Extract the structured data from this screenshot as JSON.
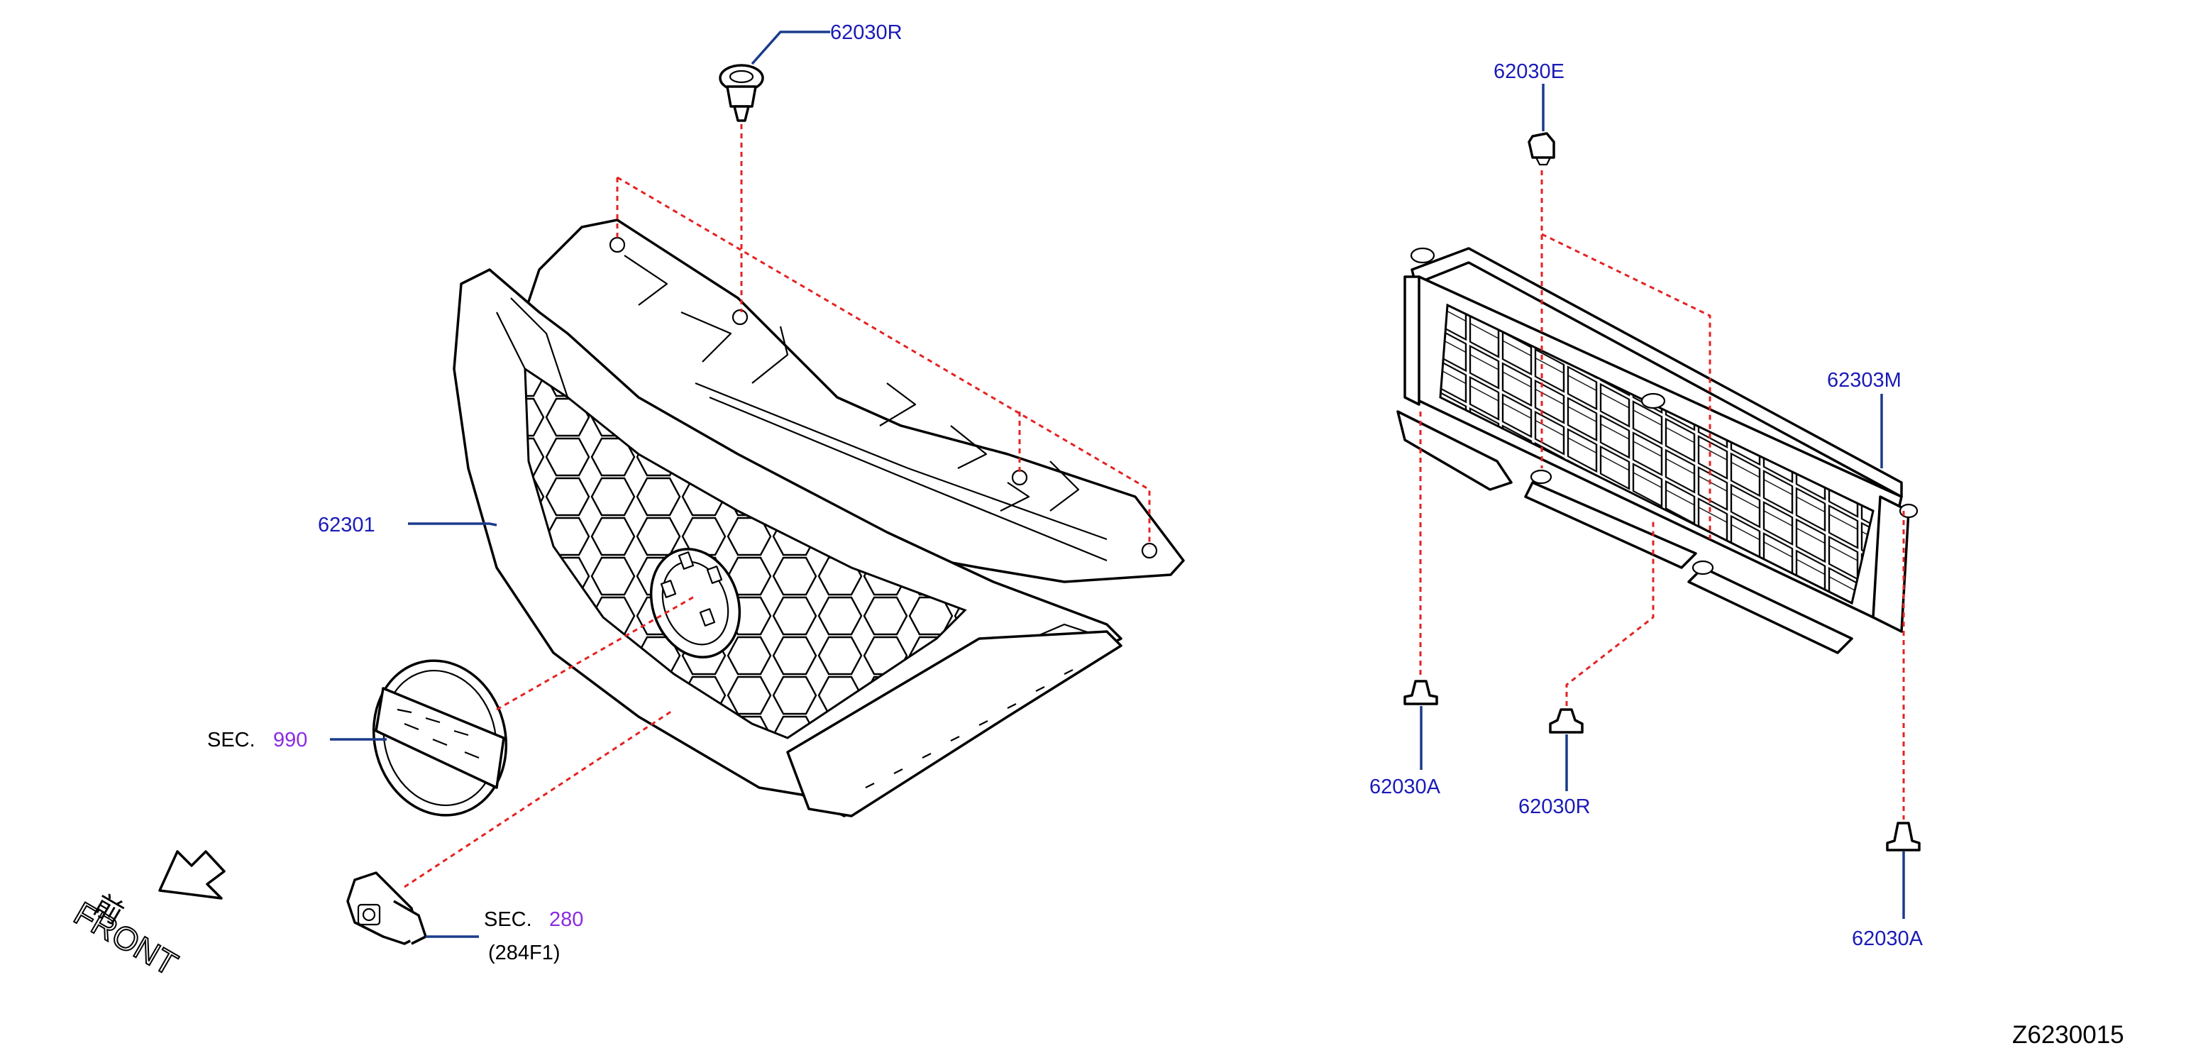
{
  "diagram_id": "Z6230015",
  "front_arrow": {
    "kanji": "前",
    "text": "FRONT",
    "icon": "front-direction-arrow-icon"
  },
  "callouts": {
    "clip_top_left": "62030R",
    "clip_top_right": "62030E",
    "grille_upper": "62301",
    "lower_grille": "62303M",
    "screw_left": "62030A",
    "clip_bottom_mid": "62030R",
    "screw_right": "62030A"
  },
  "sec_emblem": {
    "prefix": "SEC.",
    "number": "990"
  },
  "sec_camera": {
    "prefix": "SEC.",
    "number": "280",
    "sub": "(284F1)"
  },
  "colors": {
    "callout": "#1a1ab8",
    "sec_number": "#8a2be2",
    "dash_line": "#e52222",
    "leader": "#1a3c8c"
  }
}
